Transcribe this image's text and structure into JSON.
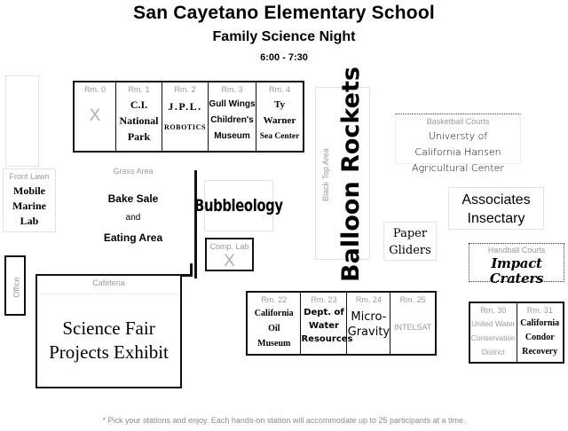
{
  "header": {
    "school": "San Cayetano Elementary School",
    "event": "Family Science Night",
    "time": "6:00 - 7:30"
  },
  "footnote": "* Pick your stations and enjoy. Each hands-on station will accommodate up to 25 participants at a time.",
  "colors": {
    "ink": "#000000",
    "muted": "#9a9a9a",
    "hairline": "#e3e3e3",
    "xmark": "#b0b0b0"
  },
  "top_rooms": [
    {
      "label": "Rm. 0",
      "mark": "X",
      "lines": []
    },
    {
      "label": "Rm. 1",
      "lines": [
        "C.I.",
        "National",
        "Park"
      ]
    },
    {
      "label": "Rm. 2",
      "lines": [
        "J.P.L."
      ],
      "sub": "ROBOTICS"
    },
    {
      "label": "Rm. 3",
      "lines": [
        "Gull Wings",
        "Children's",
        "Museum"
      ]
    },
    {
      "label": "Rm. 4",
      "lines": [
        "Ty",
        "Warner",
        "Sea Center"
      ]
    }
  ],
  "bottom_rooms": [
    {
      "label": "Rm. 22",
      "lines": [
        "California",
        "Oil",
        "Museum"
      ]
    },
    {
      "label": "Rm. 23",
      "lines": [
        "Dept. of",
        "Water",
        "Resources"
      ]
    },
    {
      "label": "Rm. 24",
      "lines": [
        "Micro-",
        "Gravity"
      ]
    },
    {
      "label": "Rm. 25",
      "lines": [
        "INTELSAT"
      ]
    }
  ],
  "right_rooms": [
    {
      "label": "Rm. 30",
      "lines": [
        "United Water",
        "Conservation",
        "District"
      ]
    },
    {
      "label": "Rm. 31",
      "lines": [
        "California",
        "Condor",
        "Recovery"
      ]
    }
  ],
  "front_lawn": {
    "label": "Front Lawn",
    "lines": [
      "Mobile",
      "Marine",
      "Lab"
    ]
  },
  "office": {
    "label": "Office"
  },
  "grass_area": {
    "label": "Grass Area",
    "line1": "Bake Sale",
    "line2": "and",
    "line3": "Eating Area"
  },
  "bubbleology": {
    "title": "Bubbleology"
  },
  "comp_lab": {
    "label": "Comp. Lab",
    "mark": "X"
  },
  "black_top": {
    "label": "Black Top Area",
    "title": "Balloon Rockets"
  },
  "basketball_courts": {
    "label": "Basketball Courts",
    "lines": [
      "Universty of",
      "California Hansen",
      "Agricultural Center"
    ]
  },
  "paper_gliders": {
    "lines": [
      "Paper",
      "Gliders"
    ]
  },
  "associates": {
    "lines": [
      "Associates",
      "Insectary"
    ]
  },
  "handball_courts": {
    "label": "Handball Courts",
    "lines": [
      "Impact",
      "Craters"
    ]
  },
  "cafeteria": {
    "label": "Cafeteria",
    "lines": [
      "Science Fair",
      "Projects Exhibit"
    ]
  }
}
